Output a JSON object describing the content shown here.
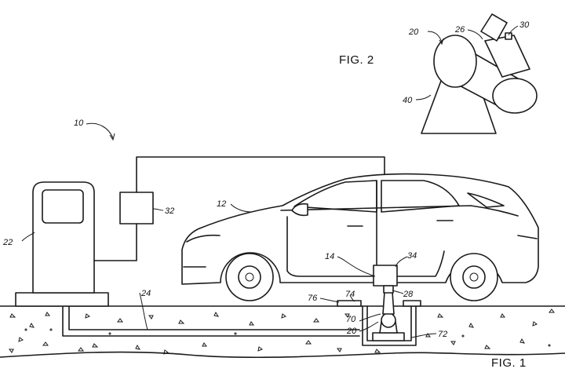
{
  "figures": {
    "fig1_label": "FIG. 1",
    "fig2_label": "FIG. 2"
  },
  "refs": {
    "r10": "10",
    "r12": "12",
    "r14": "14",
    "r20_fig2": "20",
    "r20_fig1": "20",
    "r22": "22",
    "r24": "24",
    "r26": "26",
    "r28": "28",
    "r30": "30",
    "r32": "32",
    "r34": "34",
    "r40": "40",
    "r70": "70",
    "r72": "72",
    "r74": "74",
    "r76": "76"
  }
}
